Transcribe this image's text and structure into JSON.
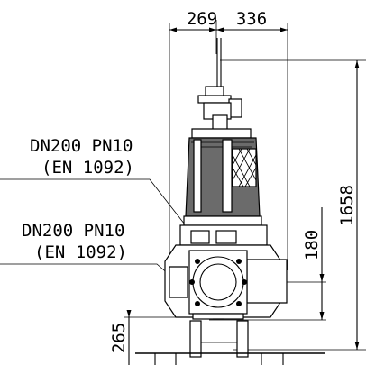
{
  "drawing": {
    "dimensions": {
      "width_left": "269",
      "width_right": "336",
      "total_height": "1658",
      "outlet_height": "180",
      "base_height": "265"
    },
    "callouts": {
      "upper_flange": {
        "line1": "DN200 PN10",
        "line2": "(EN 1092)"
      },
      "lower_flange": {
        "line1": "DN200 PN10",
        "line2": "(EN 1092)"
      }
    }
  }
}
